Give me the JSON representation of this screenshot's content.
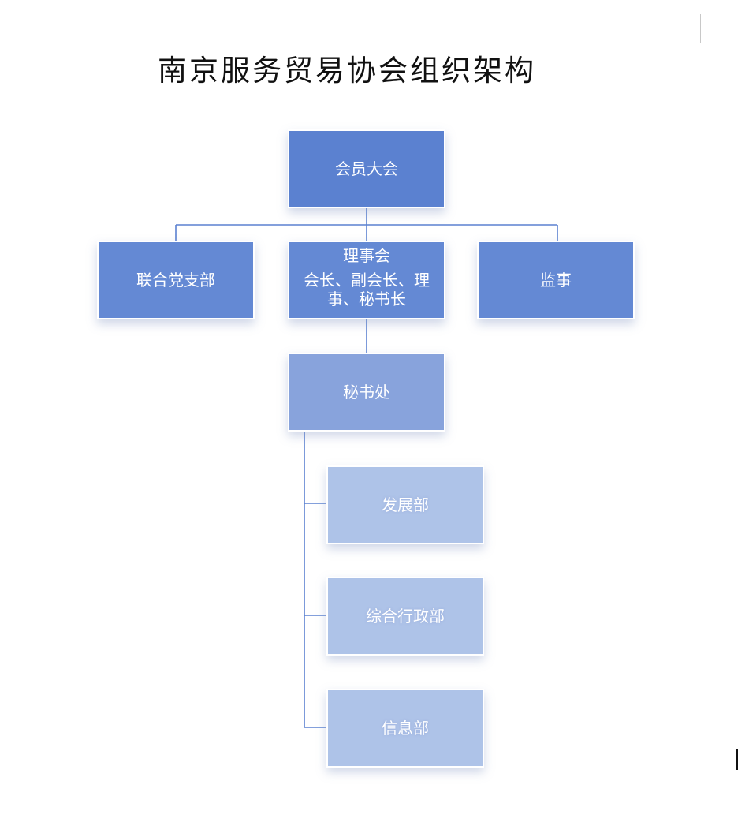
{
  "title": "南京服务贸易协会组织架构",
  "colors": {
    "level_1": "#5b81d0",
    "level_2": "#6489d4",
    "level_3": "#88a3dc",
    "level_4": "#aec3e8",
    "connector": "#5b81d0"
  },
  "org_chart": {
    "root": {
      "label": "会员大会"
    },
    "second_level": [
      {
        "label": "联合党支部"
      },
      {
        "label": "理事会",
        "members": "会长、副会长、理事、秘书长"
      },
      {
        "label": "监事"
      }
    ],
    "secretariat": {
      "label": "秘书处"
    },
    "departments": [
      {
        "label": "发展部"
      },
      {
        "label": "综合行政部"
      },
      {
        "label": "信息部"
      }
    ]
  }
}
